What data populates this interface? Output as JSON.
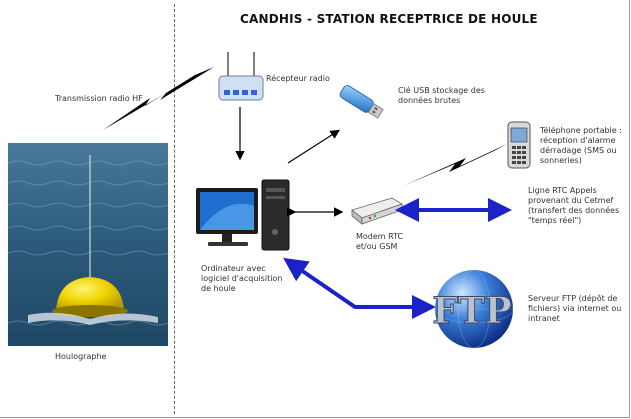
{
  "title": "CANDHIS - STATION RECEPTRICE DE HOULE",
  "labels": {
    "transmission": "Transmission radio HF",
    "houlographe": "Houlographe",
    "recepteur": "Récepteur radio",
    "cle_usb": "Clé USB stockage des données brutes",
    "telephone": "Téléphone portable : réception d'alarme dérradage (SMS ou sonneries)",
    "ligne_rtc": "Ligne RTC Appels provenant du Cetmef (transfert des données \"temps réel\")",
    "modem": "Modem RTC et/ou GSM",
    "ordinateur": "Ordinateur avec logiciel d'acquisition de houle",
    "serveur_ftp": "Serveur FTP (dépôt de fichiers) via internet ou intranet",
    "ftp_logo": "FTP"
  },
  "icons": {
    "buoy": "buoy-photo",
    "router": "radio-receiver-icon",
    "usb": "usb-key-icon",
    "phone": "mobile-phone-icon",
    "computer": "desktop-computer-icon",
    "modem": "modem-icon",
    "globe": "ftp-globe-icon"
  },
  "colors": {
    "blue_arrow": "#1a22c8",
    "black_arrow": "#000000",
    "sea": "#2f5f82",
    "buoy": "#f0d000"
  }
}
